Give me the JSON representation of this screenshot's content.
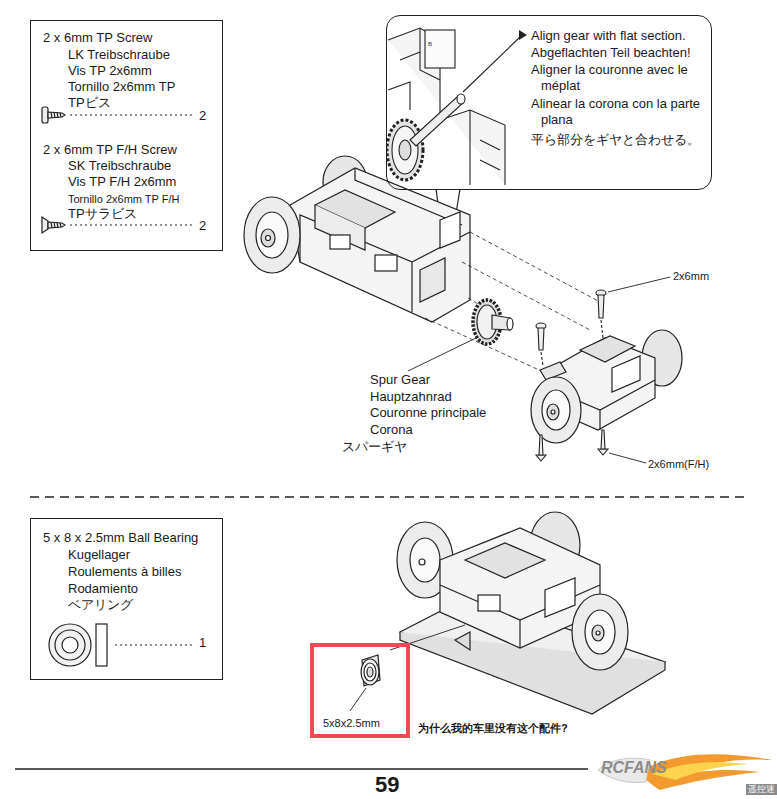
{
  "diagram": {
    "nodes": [
      {
        "text": [
          "2 x 6mm TP Screw",
          "LK Treibschraube",
          "Vis TP 2x6mm",
          "Tornillo 2x6mm TP",
          "TPビス",
          "2",
          "2 x 6mm TP F/H Screw",
          "SK Treibschraube",
          "Vis TP F/H 2x6mm",
          "Tornillo 2x6mm TP F/H",
          "TPサラビス",
          "2"
        ]
      },
      {
        "text": [
          "Align gear with flat section.",
          "Abgeflachten Teil beachten!",
          "Aligner la couronne avec le méplat",
          "Alinear la corona con la parte plana",
          "平ら部分をギヤと合わせる。"
        ]
      },
      {
        "text": [
          "5 x 8 x 2.5mm Ball Bearing",
          "Kugellager",
          "Roulements à billes",
          "Rodamiento",
          "ベアリング",
          "1"
        ]
      },
      {
        "text": [
          "5x8x2.5mm"
        ]
      }
    ],
    "labels": [
      "2x6mm",
      "Spur Gear",
      "Hauptzahnrad",
      "Couronne principale",
      "Corona",
      "スパーギヤ",
      "2x6mm(F/H)",
      "为什么我的车里没有这个配件?",
      "59",
      "RCFANS",
      "遥控迷"
    ]
  }
}
